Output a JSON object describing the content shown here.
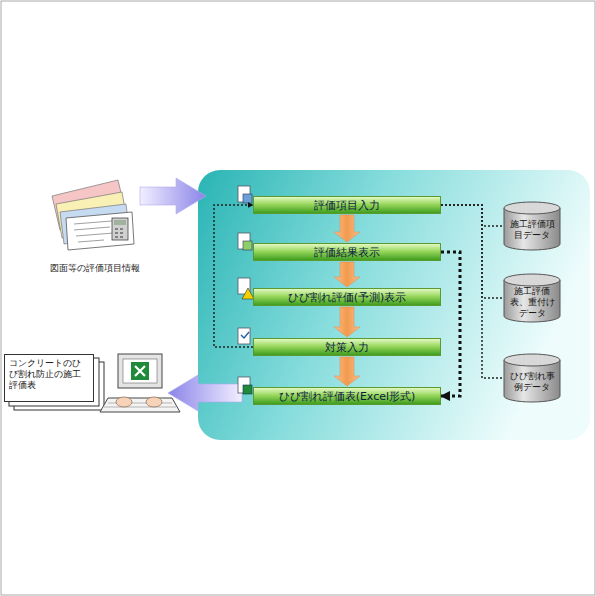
{
  "diagram": {
    "nodes": [
      {
        "text": [
          "評価項目入力"
        ]
      },
      {
        "text": [
          "評価結果表示"
        ]
      },
      {
        "text": [
          "ひび割れ評価(予測)表示"
        ]
      },
      {
        "text": [
          "対策入力"
        ]
      },
      {
        "text": [
          "ひび割れ評価表(Excel形式)"
        ]
      },
      {
        "text": [
          "施工評価項目データ"
        ]
      },
      {
        "text": [
          "施工評価表、重付けデータ"
        ]
      },
      {
        "text": [
          "ひび割れ事例データ"
        ]
      },
      {
        "text": [
          "コンクリートのひび割れ防止の施工評価表"
        ]
      }
    ],
    "edges": [
      {
        "from": 0,
        "to": 1,
        "arrow": "to"
      },
      {
        "from": 1,
        "to": 2,
        "arrow": "to"
      },
      {
        "from": 2,
        "to": 3,
        "arrow": "to"
      },
      {
        "from": 3,
        "to": 4,
        "arrow": "to"
      },
      {
        "from": 3,
        "to": 0,
        "arrow": "to"
      },
      {
        "from": 1,
        "to": 4,
        "arrow": "to"
      },
      {
        "from": 0,
        "to": 5,
        "arrow": "none"
      },
      {
        "from": 0,
        "to": 6,
        "arrow": "none"
      },
      {
        "from": 0,
        "to": 7,
        "arrow": "none"
      }
    ],
    "labels": [
      "図面等の評価項目情報"
    ]
  }
}
